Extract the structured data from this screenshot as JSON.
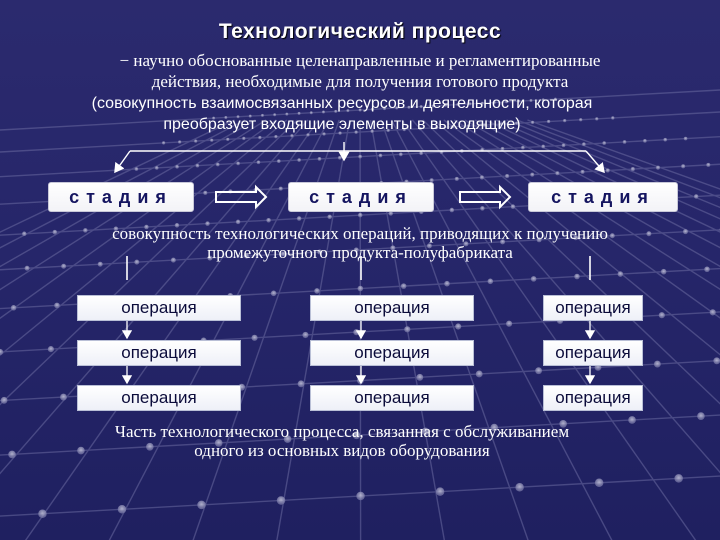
{
  "title": "Технологический процесс",
  "definition": {
    "lines_serif": [
      "− научно обоснованные целенаправленные и регламентированные",
      "действия, необходимые для получения готового продукта"
    ],
    "lines_sans": [
      "(совокупность взаимосвязанных ресурсов и деятельности, которая",
      "преобразует входящие элементы в выходящие)"
    ]
  },
  "stages": [
    "стадия",
    "стадия",
    "стадия"
  ],
  "stage_definition": [
    "совокупность технологических операций, приводящих к получению",
    "промежуточного продукта-полуфабриката"
  ],
  "operations": [
    [
      "операция",
      "операция",
      "операция"
    ],
    [
      "операция",
      "операция",
      "операция"
    ],
    [
      "операция",
      "операция",
      "операция"
    ]
  ],
  "operation_definition": [
    "Часть технологического процесса, связанная с обслуживанием",
    "одного из основных видов оборудования"
  ],
  "colors": {
    "background": "#2b2a6e",
    "box_fill": "#ffffff",
    "stage_text": "#151560",
    "text": "#ffffff"
  }
}
